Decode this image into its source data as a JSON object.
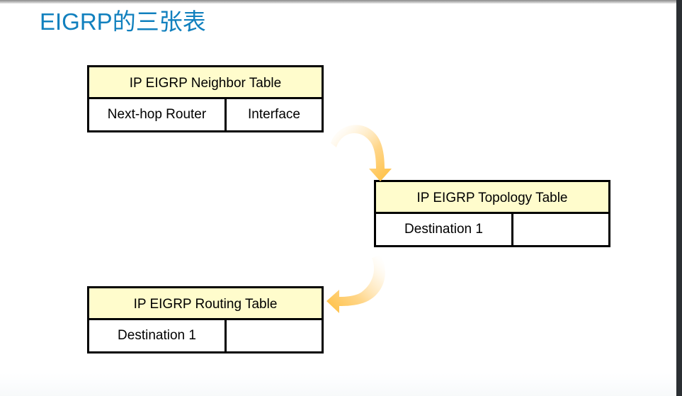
{
  "slide": {
    "title": "EIGRP的三张表",
    "title_color": "#1180be",
    "background": "#ffffff"
  },
  "chrome": {
    "top_bar_color": "#a8a8a8",
    "right_bar_color": "#2b2f33",
    "bottom_band_color": "#f7f9fa"
  },
  "style": {
    "header_fill": "#fffccc",
    "border_color": "#000000",
    "cell_fill": "#ffffff",
    "arrow_color": "#ffc24a"
  },
  "tables": [
    {
      "id": "neighbor",
      "header": "IP EIGRP Neighbor Table",
      "cells": [
        "Next-hop Router",
        "Interface"
      ]
    },
    {
      "id": "topology",
      "header": "IP EIGRP Topology Table",
      "cells": [
        "Destination 1",
        ""
      ]
    },
    {
      "id": "routing",
      "header": "IP EIGRP Routing Table",
      "cells": [
        "Destination 1",
        ""
      ]
    }
  ],
  "arrows": [
    {
      "id": "neighbor-to-topology",
      "from": "neighbor",
      "to": "topology",
      "direction": "down-right"
    },
    {
      "id": "topology-to-routing",
      "from": "topology",
      "to": "routing",
      "direction": "down-left"
    }
  ]
}
